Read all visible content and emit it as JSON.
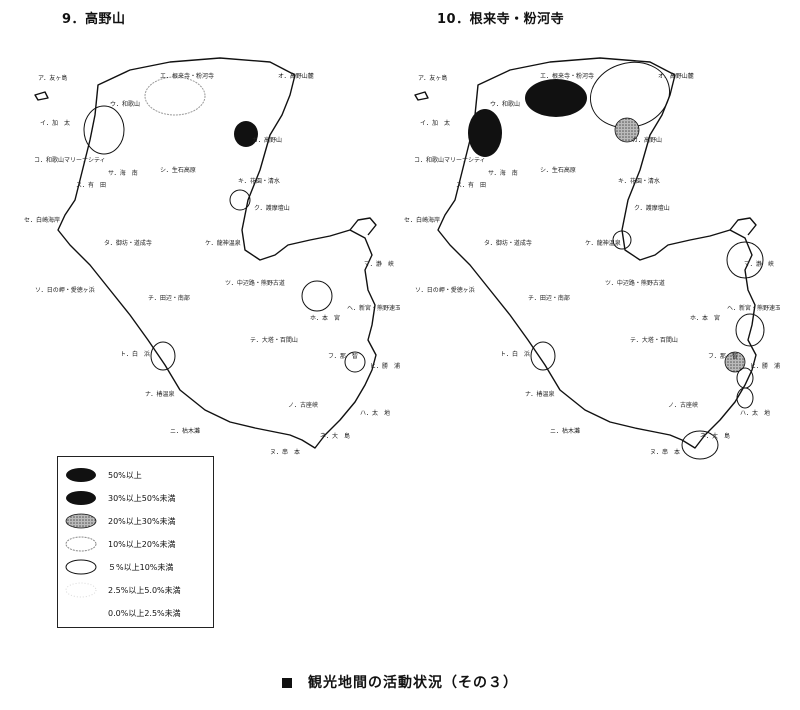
{
  "maps": [
    {
      "title": "9．高野山",
      "labels": {
        "a": "ア．友ヶ島",
        "i": "イ．加　太",
        "u": "ウ．和歌山",
        "e": "エ．根来寺・粉河寺",
        "o": "オ．高野山麓",
        "ka": "カ．高野山",
        "ki": "キ．花園・清水",
        "ku": "ク．護摩壇山",
        "ke": "ケ．龍神温泉",
        "ko": "コ．和歌山マリーナシティ",
        "sa": "サ．海　南",
        "shi": "シ．生石高原",
        "su": "ス．有　田",
        "se": "セ．白崎海岸",
        "so": "ソ．日の岬・愛徳ヶ浜",
        "ta": "タ．御坊・道成寺",
        "chi": "チ．田辺・南部",
        "tsu": "ツ．中辺路・熊野古道",
        "te": "テ．大塔・百間山",
        "to": "ト．白　浜",
        "na": "ナ．椿温泉",
        "ni": "ニ．枯木灘",
        "nu": "ヌ．串　本",
        "ne": "ネ．大　島",
        "no": "ノ．古座峡",
        "ha": "ハ．太　地",
        "hi": "ヒ．勝　浦",
        "fu": "フ．那　智",
        "he": "ヘ．新宮・熊野速玉神社",
        "ho": "ホ．本　宮",
        "ma": "マ．瀞　峡"
      }
    },
    {
      "title": "10．根来寺・粉河寺",
      "labels": {
        "a": "ア．友ヶ島",
        "i": "イ．加　太",
        "u": "ウ．和歌山",
        "e": "エ．根来寺・粉河寺",
        "o": "オ．高野山麓",
        "ka": "カ．高野山",
        "ki": "キ．花園・清水",
        "ku": "ク．護摩壇山",
        "ke": "ケ．龍神温泉",
        "ko": "コ．和歌山マリーナシティ",
        "sa": "サ．海　南",
        "shi": "シ．生石高原",
        "su": "ス．有　田",
        "se": "セ．白崎海岸",
        "so": "ソ．日の岬・愛徳ヶ浜",
        "ta": "タ．御坊・道成寺",
        "chi": "チ．田辺・南部",
        "tsu": "ツ．中辺路・熊野古道",
        "te": "テ．大塔・百間山",
        "to": "ト．白　浜",
        "na": "ナ．椿温泉",
        "ni": "ニ．枯木灘",
        "nu": "ヌ．串　本",
        "ne": "ネ．大　島",
        "no": "ノ．古座峡",
        "ha": "ハ．太　地",
        "hi": "ヒ．勝　浦",
        "fu": "フ．那　智",
        "he": "ヘ．新宮・熊野速玉神社",
        "ho": "ホ．本　宮",
        "ma": "マ．瀞　峡"
      }
    }
  ],
  "legend": [
    {
      "label": "50%以上",
      "style": "solid-black"
    },
    {
      "label": "30%以上50%未満",
      "style": "solid-black"
    },
    {
      "label": "20%以上30%未満",
      "style": "hatched-gray"
    },
    {
      "label": "10%以上20%未満",
      "style": "dotted-light"
    },
    {
      "label": "５%以上10%未満",
      "style": "outline"
    },
    {
      "label": "2.5%以上5.0%未満",
      "style": "faint"
    },
    {
      "label": "0.0%以上2.5%未満",
      "style": "none"
    }
  ],
  "colors": {
    "ink": "#111111",
    "hatch": "#8a8a8a",
    "faint": "#d8d8d8"
  },
  "caption": "観光地間の活動状況（その３）"
}
